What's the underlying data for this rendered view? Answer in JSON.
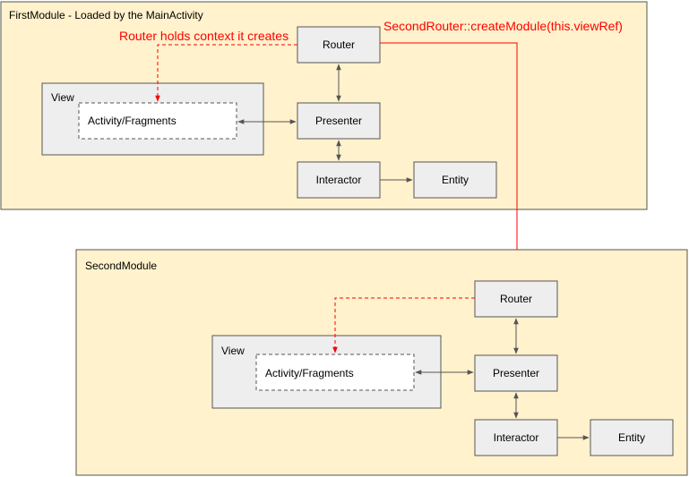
{
  "colors": {
    "module_fill": "#fff2cc",
    "module_stroke": "#555555",
    "box_fill": "#eeeeee",
    "view_fill": "#eeeeee",
    "inner_fill": "#ffffff",
    "connector": "#555555",
    "highlight": "#ff0000"
  },
  "first_module": {
    "title": "FirstModule - Loaded by the MainActivity",
    "annotation": "Router holds context it creates",
    "router": "Router",
    "view": "View",
    "activity": "Activity/Fragments",
    "presenter": "Presenter",
    "interactor": "Interactor",
    "entity": "Entity"
  },
  "create_call": "SecondRouter::createModule(this.viewRef)",
  "second_module": {
    "title": "SecondModule",
    "router": "Router",
    "view": "View",
    "activity": "Activity/Fragments",
    "presenter": "Presenter",
    "interactor": "Interactor",
    "entity": "Entity"
  }
}
